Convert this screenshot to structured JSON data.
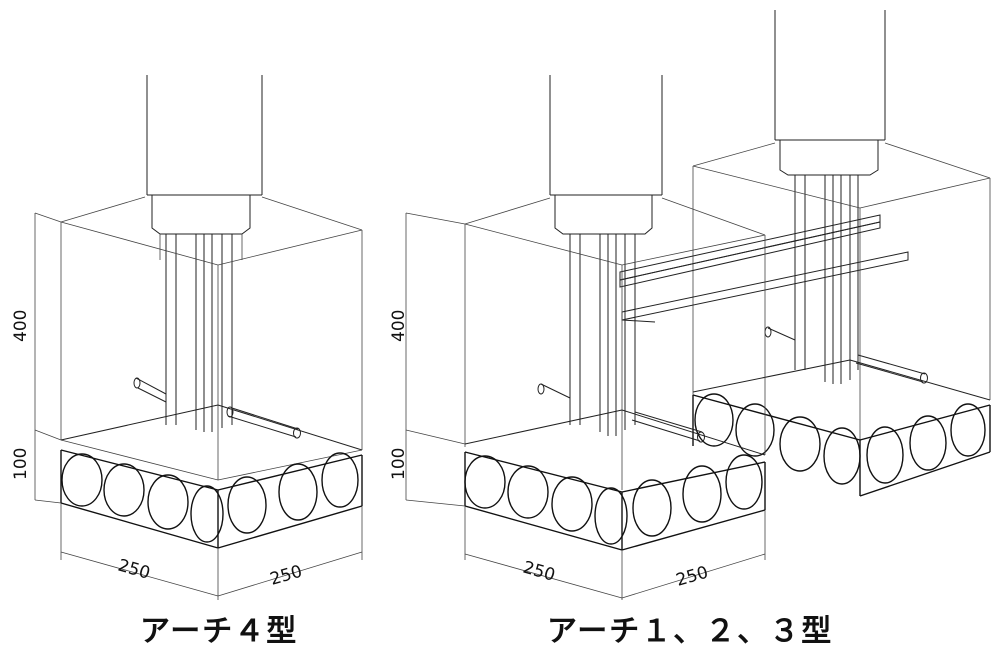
{
  "figures": [
    {
      "caption": "アーチ４型",
      "dimensions": {
        "height_upper": "400",
        "height_lower": "100",
        "width_front": "250",
        "width_side": "250"
      }
    },
    {
      "caption": "アーチ１、２、３型",
      "dimensions": {
        "height_upper": "400",
        "height_lower": "100",
        "width_front": "250",
        "width_side": "250"
      }
    }
  ],
  "colors": {
    "line": "#222222",
    "background": "#ffffff"
  }
}
